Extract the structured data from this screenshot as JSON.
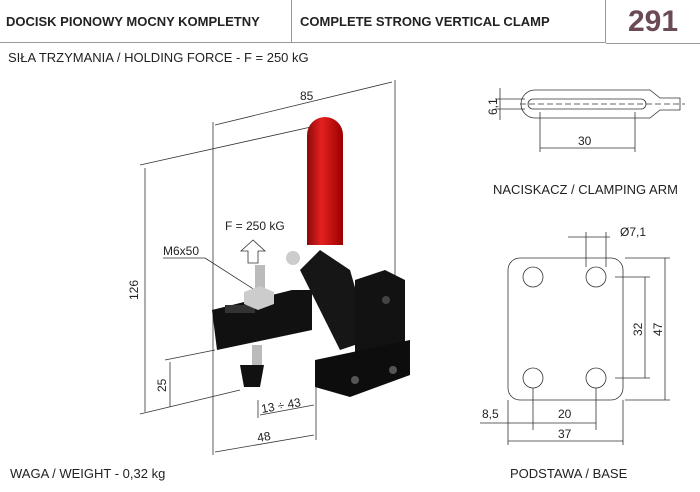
{
  "header": {
    "title_pl": "DOCISK PIONOWY MOCNY KOMPLETNY",
    "title_en": "COMPLETE STRONG VERTICAL CLAMP",
    "number": "291"
  },
  "holding_force": "SIŁA TRZYMANIA / HOLDING FORCE - F = 250 kG",
  "weight": "WAGA / WEIGHT - 0,32 kg",
  "clamp_view": {
    "dim_width": "85",
    "dim_height": "126",
    "dim_25": "25",
    "dim_range": "13 ÷ 43",
    "dim_48": "48",
    "screw": "M6x50",
    "force": "F = 250 kG"
  },
  "arm_view": {
    "label": "NACISKACZ / CLAMPING ARM",
    "dim_slot_width": "6,1",
    "dim_slot_length": "30"
  },
  "base_view": {
    "label": "PODSTAWA / BASE",
    "dim_hole": "Ø7,1",
    "dim_32": "32",
    "dim_47": "47",
    "dim_8_5": "8,5",
    "dim_20": "20",
    "dim_37": "37"
  },
  "colors": {
    "handle": "#d01515",
    "body": "#111111",
    "number": "#6b4a55"
  }
}
